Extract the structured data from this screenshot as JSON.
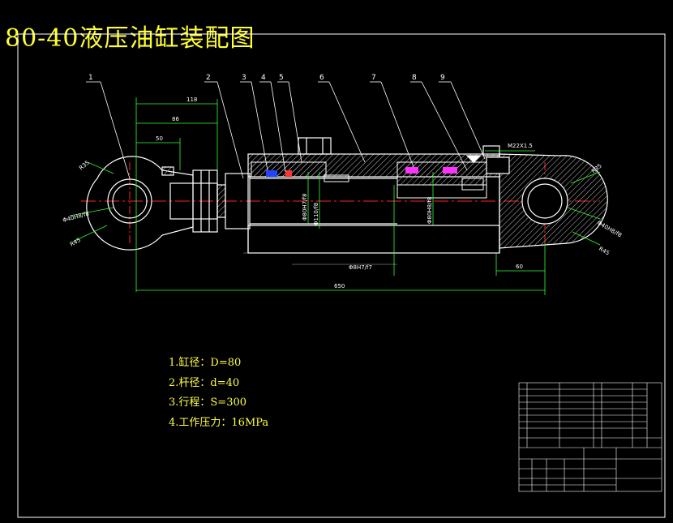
{
  "drawing": {
    "title": "80-40液压油缸装配图",
    "part_numbers": [
      "1",
      "2",
      "3",
      "4",
      "5",
      "6",
      "7",
      "8",
      "9"
    ],
    "dimensions": {
      "d_118": "118",
      "d_86": "86",
      "d_50": "50",
      "d_650": "650",
      "d_60": "60",
      "thread": "M22X1.5",
      "r_left_top": "R35",
      "r_left_bottom": "R45",
      "r_left_hole": "Φ40H8/f8",
      "r_right_top": "R35",
      "r_right_bottom": "R45",
      "r_right_hole": "Φ40H8/f8",
      "fit_1": "Φ80H7/f8",
      "fit_2": "Φ110/f8",
      "fit_3": "Φ80H8/f8",
      "stroke_label": "Φ8H7/f7"
    },
    "notes": [
      "1.缸径：D=80",
      "2.杆径：d=40",
      "3.行程：S=300",
      "4.工作压力：16MPa"
    ]
  },
  "colors": {
    "title": "#ffff33",
    "leader": "#ffffff",
    "dimension": "#33ff33",
    "centerline": "#ff2020",
    "seal": "#ff33ff",
    "seal_blue": "#2244ff"
  }
}
